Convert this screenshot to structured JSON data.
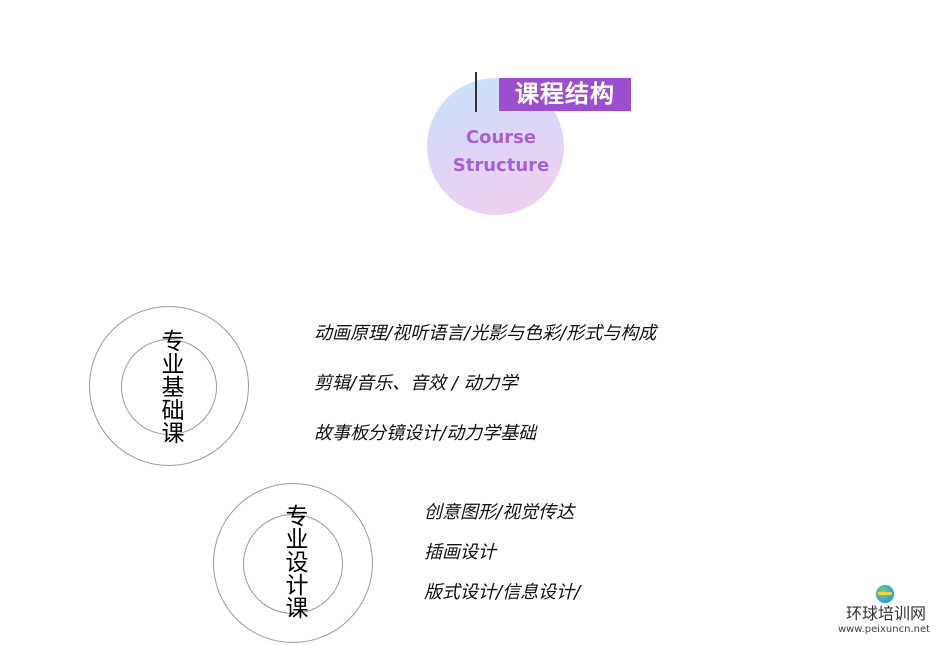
{
  "header": {
    "title": "课程结构",
    "subtitle_line1": "Course",
    "subtitle_line2": "Structure",
    "accent_color": "#9b4fd0",
    "subtitle_color": "#a95fd6"
  },
  "sections": [
    {
      "label": "专业基础课",
      "courses": [
        "动画原理/视听语言/光影与色彩/形式与构成",
        "剪辑/音乐、音效 / 动力学",
        "故事板分镜设计/动力学基础"
      ]
    },
    {
      "label": "专业设计课",
      "courses": [
        "创意图形/视觉传达",
        "插画设计",
        "版式设计/信息设计/"
      ]
    }
  ],
  "watermark": {
    "name": "环球培训网",
    "url": "www.peixuncn.net",
    "logo_icon": "globe-logo-icon"
  }
}
